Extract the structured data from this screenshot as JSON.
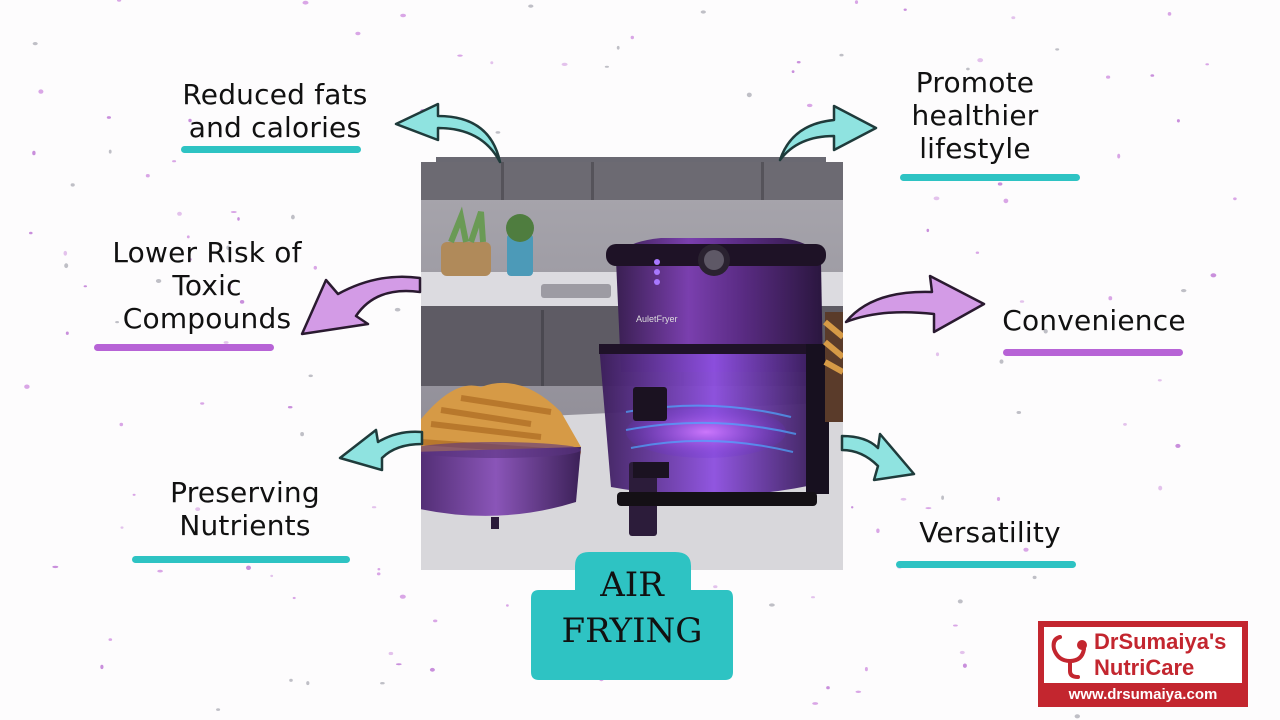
{
  "benefits": {
    "fats": {
      "line1": "Reduced fats",
      "line2": "and calories"
    },
    "healthier": {
      "line1": "Promote",
      "line2": "healthier",
      "line3": "lifestyle"
    },
    "toxic": {
      "line1": "Lower Risk of",
      "line2": "Toxic",
      "line3": "Compounds"
    },
    "convenience": {
      "line1": "Convenience"
    },
    "nutrients": {
      "line1": "Preserving",
      "line2": "Nutrients"
    },
    "versatility": {
      "line1": "Versatility"
    }
  },
  "badge": {
    "line1": "AIR",
    "line2": "FRYING"
  },
  "product_brand": "AuletFryer",
  "logo": {
    "name_line1": "DrSumaiya's",
    "name_line2": "NutriCare",
    "url": "www.drsumaiya.com"
  },
  "colors": {
    "teal": "#2ec3c3",
    "purple": "#b763d6",
    "logo_red": "#c3262f"
  }
}
